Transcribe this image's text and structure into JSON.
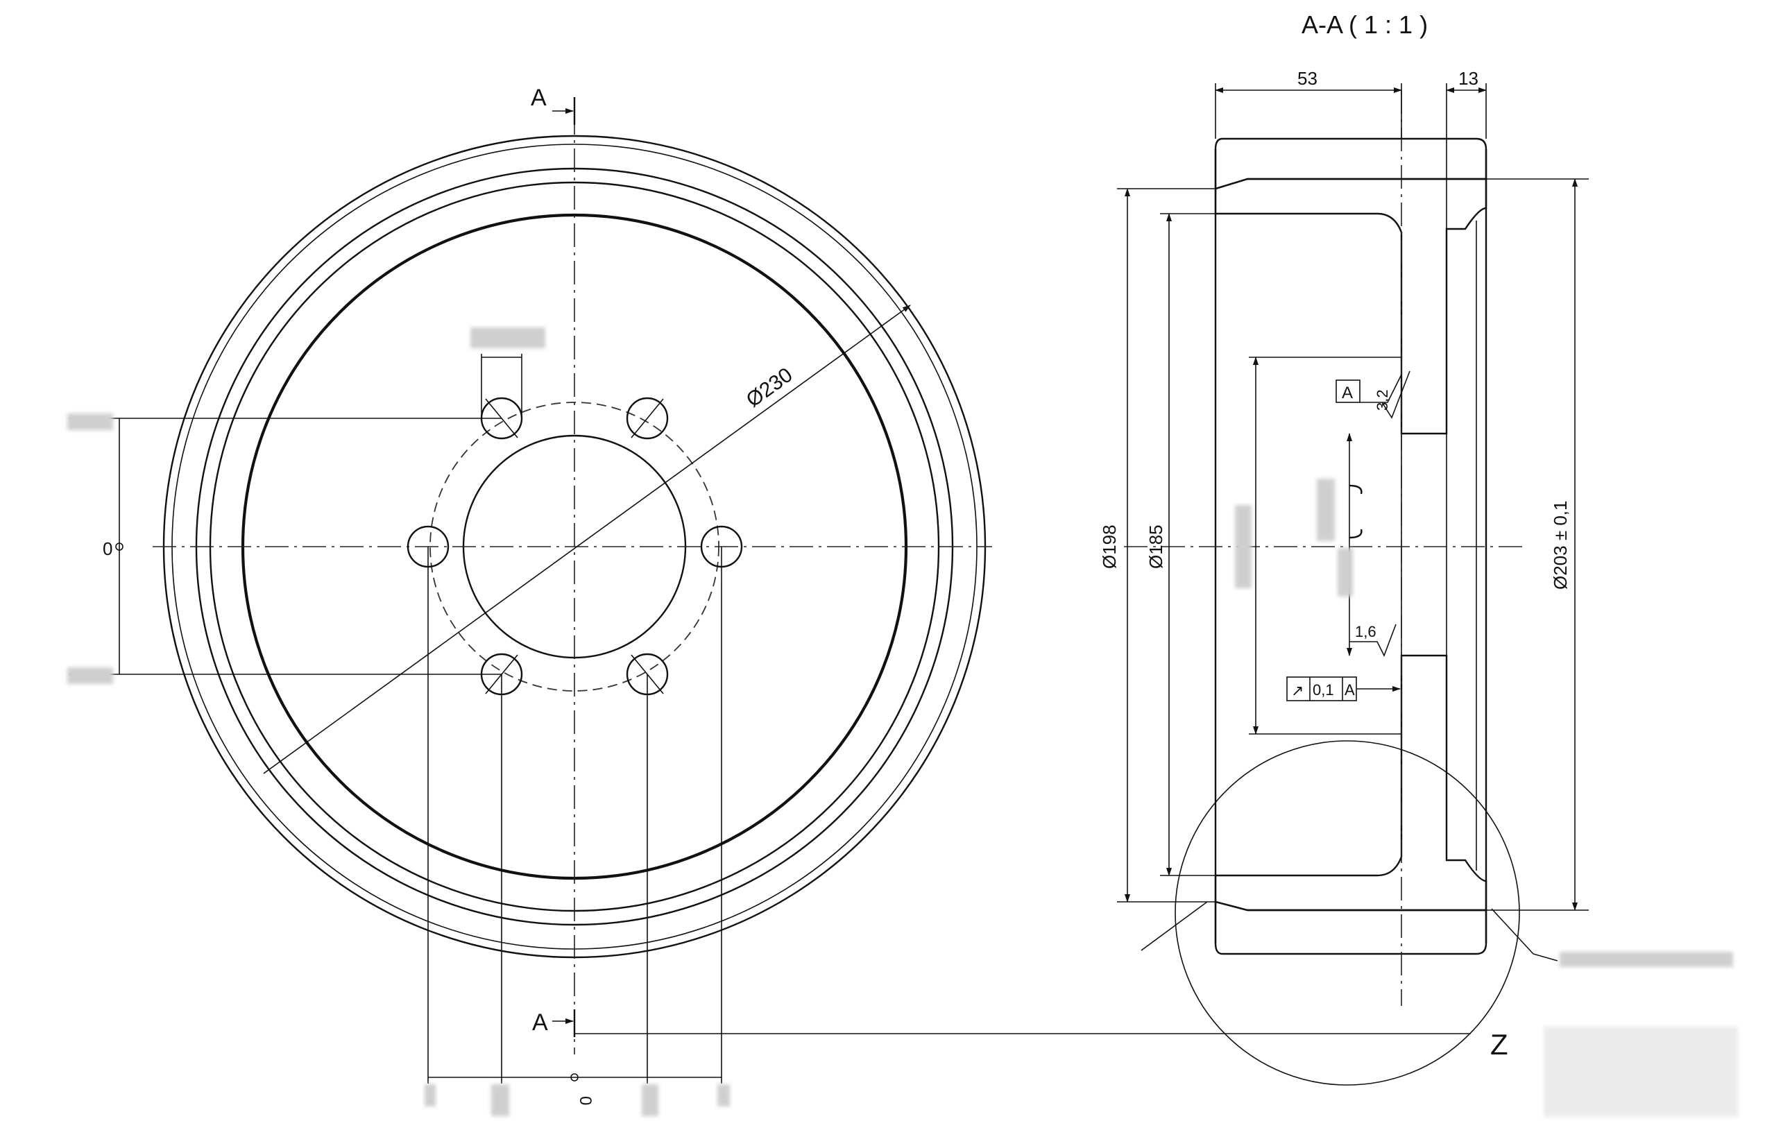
{
  "section_title": "A-A ( 1 : 1 )",
  "cut_label_top": "A",
  "cut_label_bottom": "A",
  "detail_label": "Z",
  "front_view": {
    "diameter_label": "Ø230",
    "zero_left": "0",
    "zero_bottom": "0"
  },
  "section_view": {
    "width_label": "53",
    "rim_label": "13",
    "dia_outer_label": "Ø198",
    "dia_inner_label": "Ø185",
    "dia_tread_label": "Ø203 ± 0,1",
    "datum_box": "A",
    "roughness_top": "3,2",
    "roughness_bottom": "1,6",
    "runout_symbol": "↗",
    "runout_value": "0,1",
    "runout_datum": "A"
  },
  "colors": {
    "ink": "#111111",
    "paper": "#ffffff",
    "redacted": "#cfcfcf"
  }
}
